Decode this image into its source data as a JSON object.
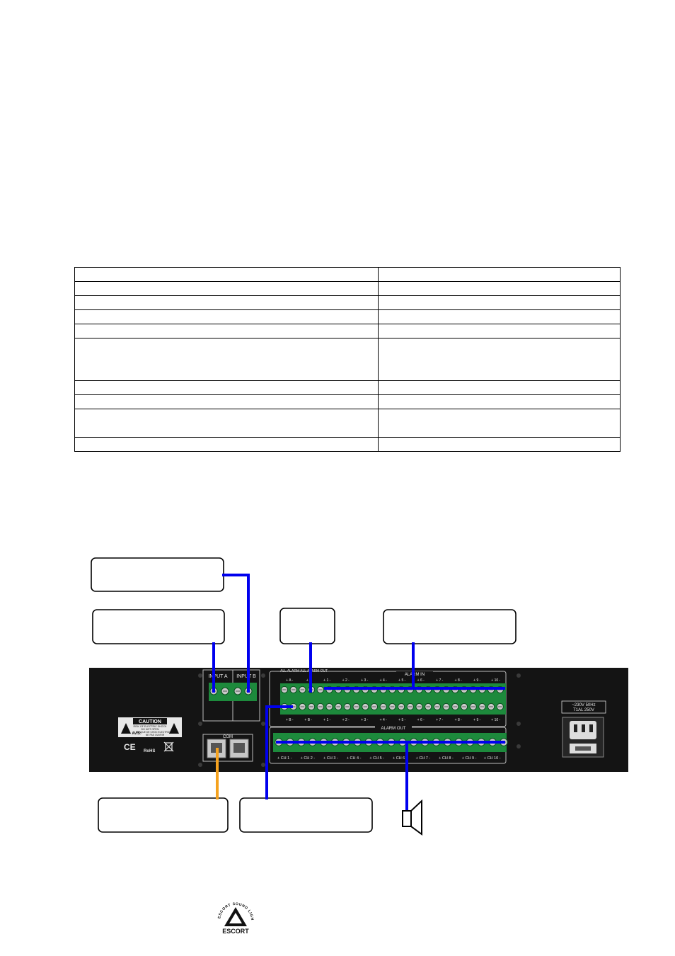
{
  "spec_table": {
    "rows": [
      {
        "label": "",
        "value": "",
        "height": 20
      },
      {
        "label": "",
        "value": "",
        "height": 20
      },
      {
        "label": "",
        "value": "",
        "height": 20
      },
      {
        "label": "",
        "value": "",
        "height": 20
      },
      {
        "label": "",
        "value": "",
        "height": 20
      },
      {
        "label": "",
        "value": "",
        "height": 60
      },
      {
        "label": "",
        "value": "",
        "height": 20
      },
      {
        "label": "",
        "value": "",
        "height": 20
      },
      {
        "label": "",
        "value": "",
        "height": 40
      },
      {
        "label": "",
        "value": "",
        "height": 20
      }
    ]
  },
  "panel": {
    "input_a": "INPUT A",
    "input_b": "INPUT B",
    "all_alarm_out": "ALL ALARM ALL ALARM OUT",
    "alarm_in": "ALARM IN",
    "alarm_out": "ALARM OUT",
    "com": "COM",
    "power_rating_1": "~230V 50Hz",
    "power_rating_2": "T1AL 250V",
    "caution": "CAUTION",
    "caution_sub_1": "RISK OF ELECTRIC SHOCK",
    "caution_sub_2": "DO NOT OPEN",
    "avis": "AVIS:",
    "avis_sub_1": "RISQUE DE CHOC ELECTRIQUE",
    "avis_sub_2": "NE PAS OUVRIR",
    "ce": "CE",
    "rohs": "RoHS",
    "top_row_labels": [
      "+ A -",
      "+ -",
      "+ 1 -",
      "+ 2 -",
      "+ 3 -",
      "+ 4 -",
      "+ 5 -",
      "+ 6 -",
      "+ 7 -",
      "+ 8 -",
      "+ 9 -",
      "+ 10 -"
    ],
    "bottom_row_labels": [
      "+ B -",
      "+ B -",
      "+ 1 -",
      "+ 2 -",
      "+ 3 -",
      "+ 4 -",
      "+ 5 -",
      "+ 6 -",
      "+ 7 -",
      "+ 8 -",
      "+ 9 -",
      "+ 10 -"
    ],
    "channel_labels": [
      "+ CH 1 -",
      "+ CH 2 -",
      "+ CH 3 -",
      "+ CH 4 -",
      "+ CH 5 -",
      "+ CH 6 -",
      "+ CH 7 -",
      "+ CH 8 -",
      "+ CH 9 -",
      "+ CH 10 -"
    ]
  },
  "logo": {
    "ring_text": "ESCORT SOUND LIGHT DESIGN",
    "name": "ESCORT"
  },
  "colors": {
    "wire_blue": "#0000ee",
    "wire_orange": "#f5a21e",
    "terminal_green": "#1d8a3c",
    "panel_black": "#141414"
  }
}
